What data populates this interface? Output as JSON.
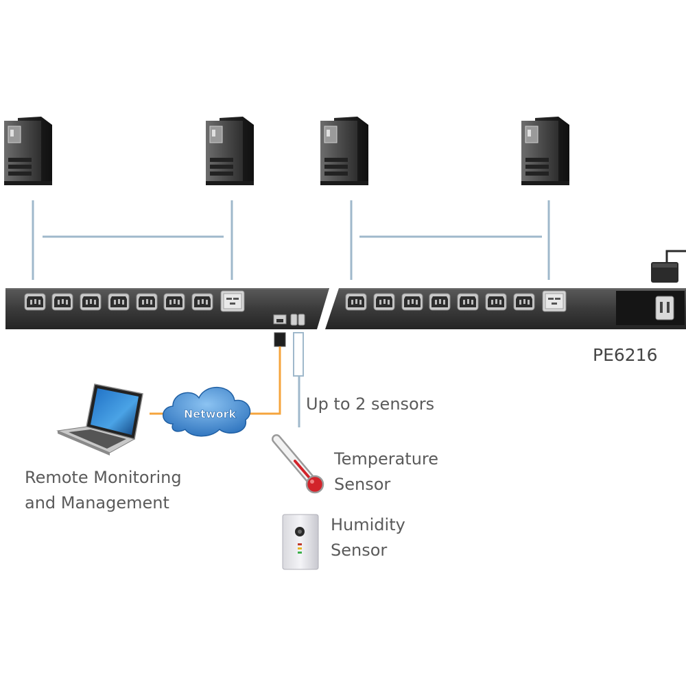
{
  "pdu": {
    "model": "PE6216"
  },
  "network": {
    "label": "Network"
  },
  "sensors": {
    "note": "Up to 2 sensors",
    "temperature": {
      "line1": "Temperature",
      "line2": "Sensor"
    },
    "humidity": {
      "line1": "Humidity",
      "line2": "Sensor"
    }
  },
  "remote": {
    "line1": "Remote Monitoring",
    "line2": "and Management"
  },
  "colors": {
    "connector_line": "#9fb8cb",
    "network_cable": "#f5a43c",
    "pdu_body": "#3a3a3a",
    "cloud": "#3d86cf",
    "thermometer_bulb": "#d2232a"
  },
  "icons": {
    "server": "server-tower-icon",
    "laptop": "laptop-icon",
    "cloud": "cloud-icon",
    "thermometer": "thermometer-icon",
    "humidity": "humidity-sensor-icon",
    "power_plug": "power-plug-icon"
  }
}
